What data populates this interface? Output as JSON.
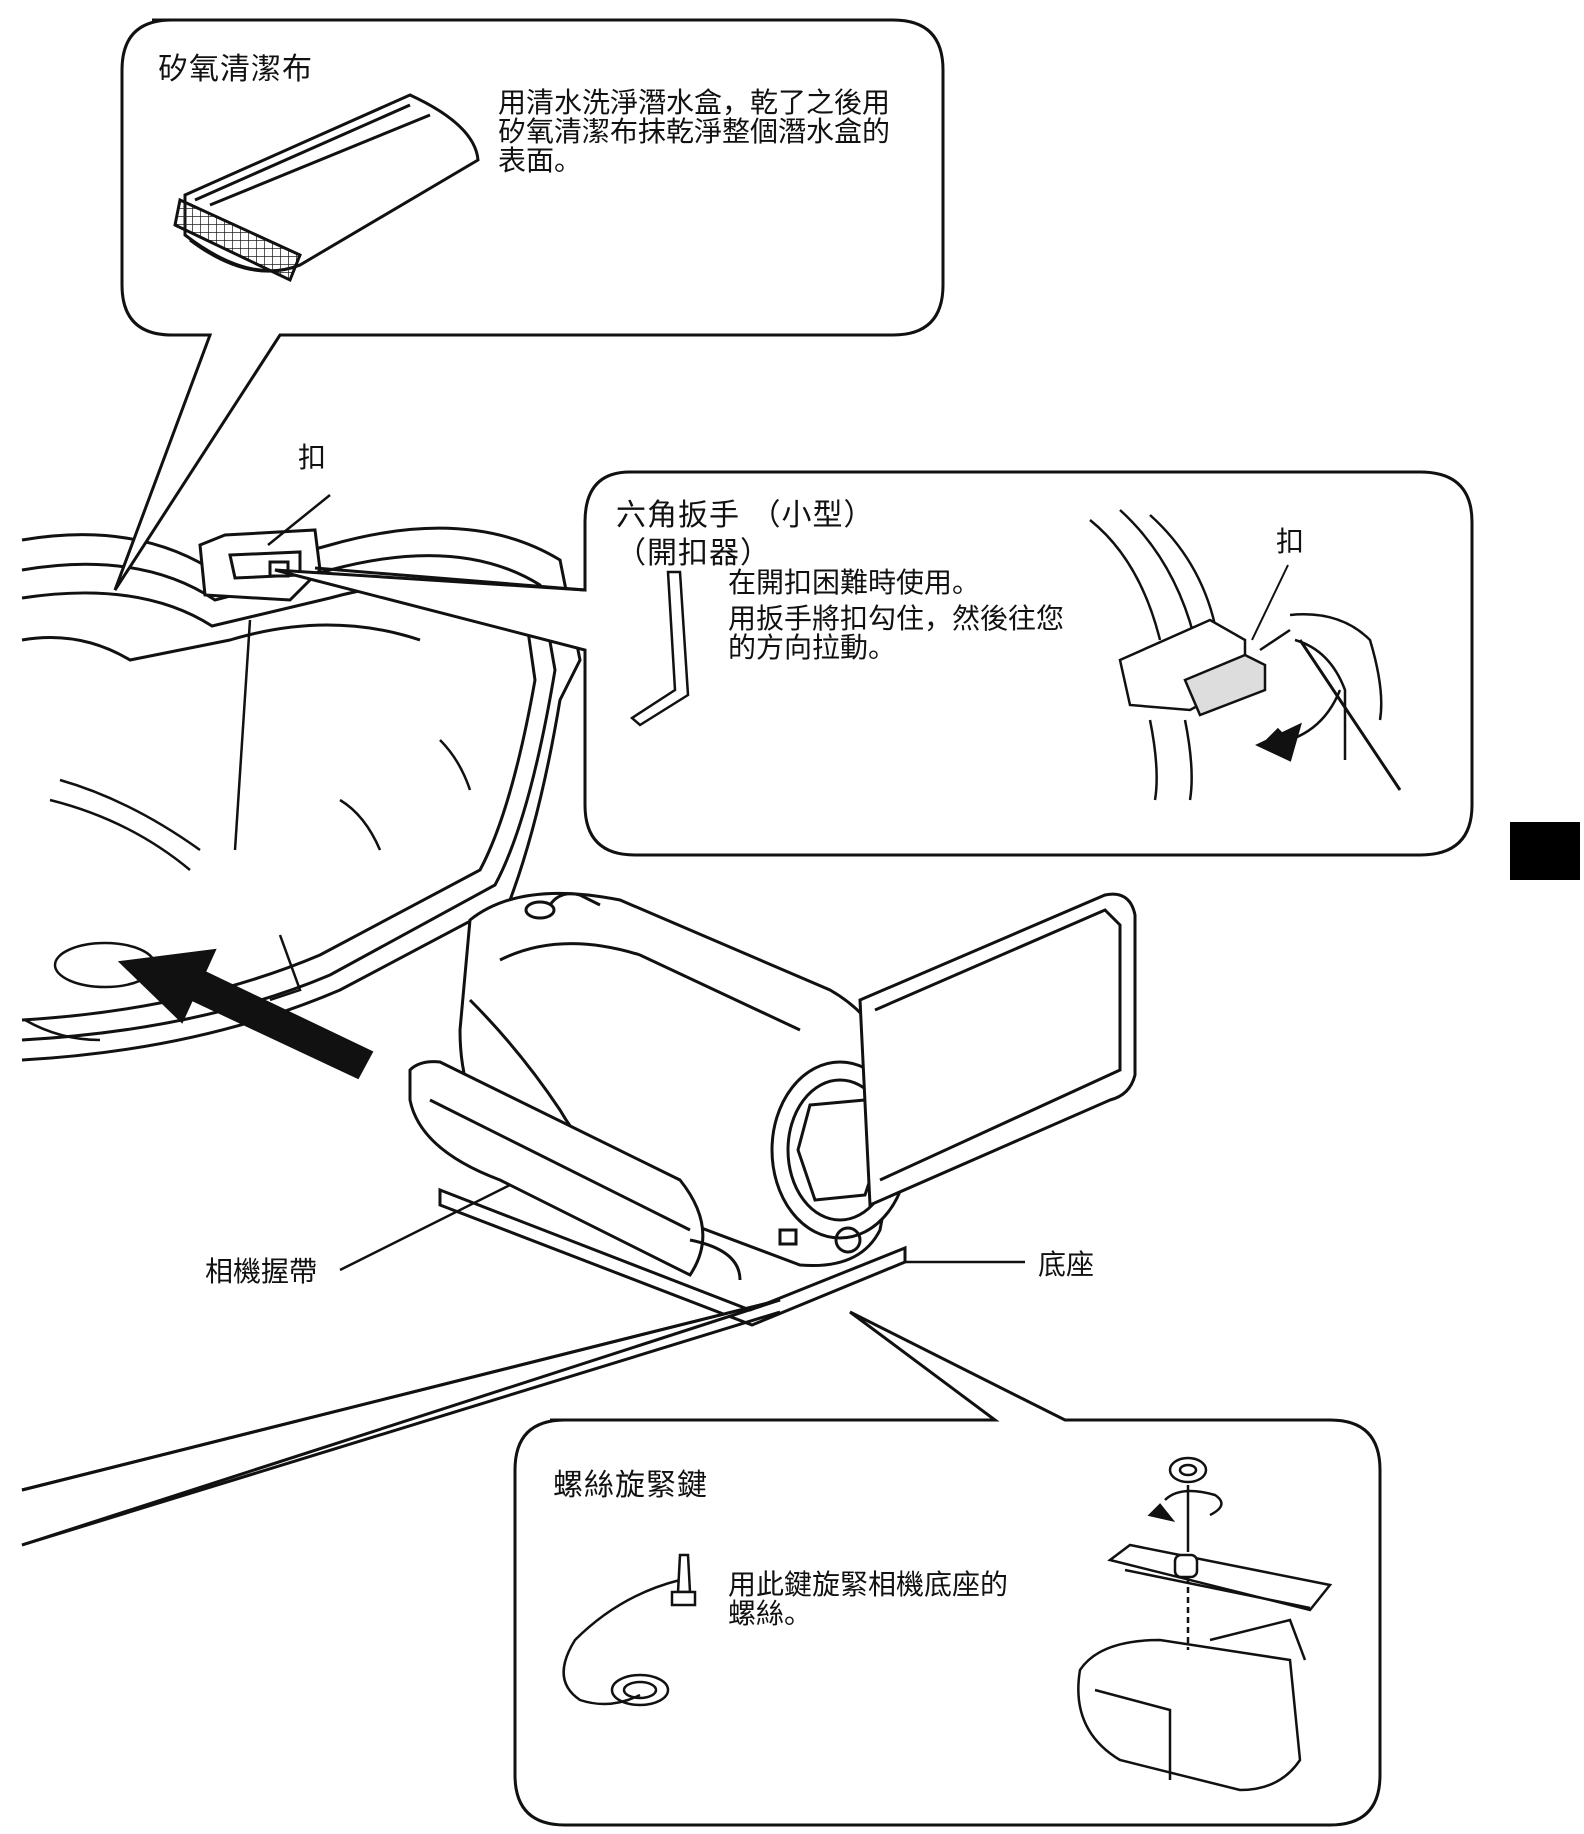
{
  "cloth": {
    "title": "矽氧清潔布",
    "text": "用清水洗淨潛水盒，乾了之後用矽氧清潔布抹乾淨整個潛水盒的表面。"
  },
  "latch_label_top": "扣",
  "hex": {
    "title_line1": "六角扳手 （小型）",
    "title_line2": "（開扣器）",
    "text1": "在開扣困難時使用。",
    "text2": "用扳手將扣勾住，然後往您的方向拉動。",
    "latch_label": "扣"
  },
  "strap_label": "相機握帶",
  "base_label": "底座",
  "screw": {
    "title": "螺絲旋緊鍵",
    "text": "用此鍵旋緊相機底座的螺絲。"
  },
  "colors": {
    "ink": "#111111",
    "tab": "#000000"
  }
}
